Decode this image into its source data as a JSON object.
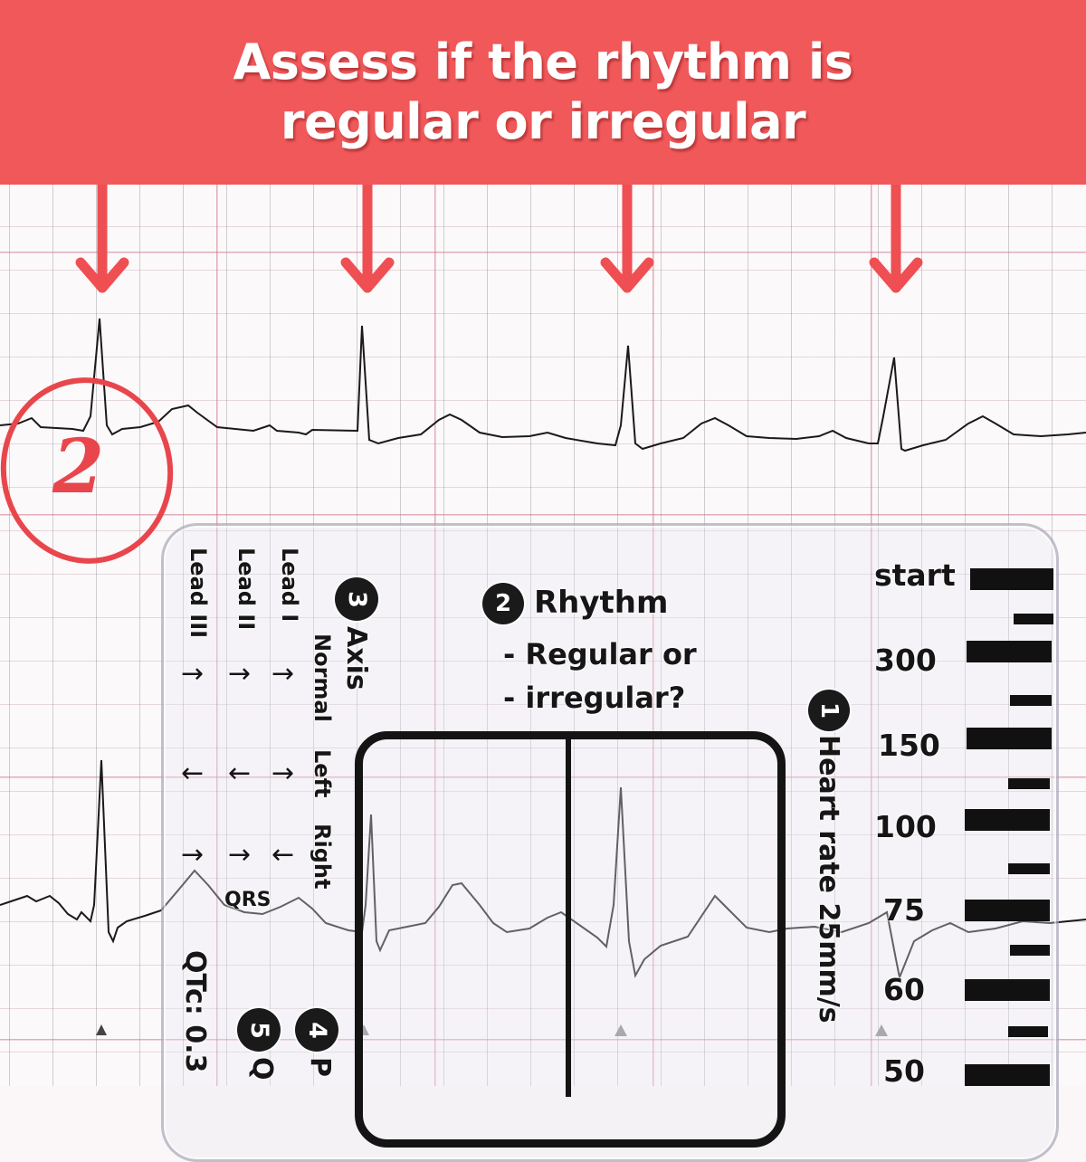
{
  "banner": {
    "line1": "Assess if the rhythm is",
    "line2": "regular or irregular",
    "color": "#f0585a"
  },
  "annotation": {
    "circled_step": "2",
    "color": "#e8464c"
  },
  "ruler": {
    "step1": {
      "number": "1",
      "label": "Heart rate 25mm/s"
    },
    "step2": {
      "number": "2",
      "title": "Rhythm",
      "line1": "- Regular or",
      "line2": "- irregular?"
    },
    "step3": {
      "number": "3",
      "title": "Axis",
      "leads": [
        "Lead I",
        "Lead II",
        "Lead III"
      ],
      "columns": [
        {
          "label": "Normal",
          "arrows": [
            "→",
            "→",
            "→"
          ]
        },
        {
          "label": "Left",
          "arrows": [
            "→",
            "←",
            "←"
          ]
        },
        {
          "label": "Right",
          "arrows": [
            "←",
            "→",
            "→"
          ]
        }
      ],
      "qrs_label": "QRS"
    },
    "step4": {
      "number": "4",
      "label": "P"
    },
    "step5": {
      "number": "5",
      "label": "Q"
    },
    "qtc_label": "QTc: 0.3",
    "rate_scale": [
      "start",
      "300",
      "150",
      "100",
      "75",
      "60",
      "50"
    ]
  },
  "ecg": {
    "strip1_beats": 4,
    "strip2_beats": 3,
    "trace_color": "#1a1a1a",
    "grid_color": "#cd6e82"
  }
}
